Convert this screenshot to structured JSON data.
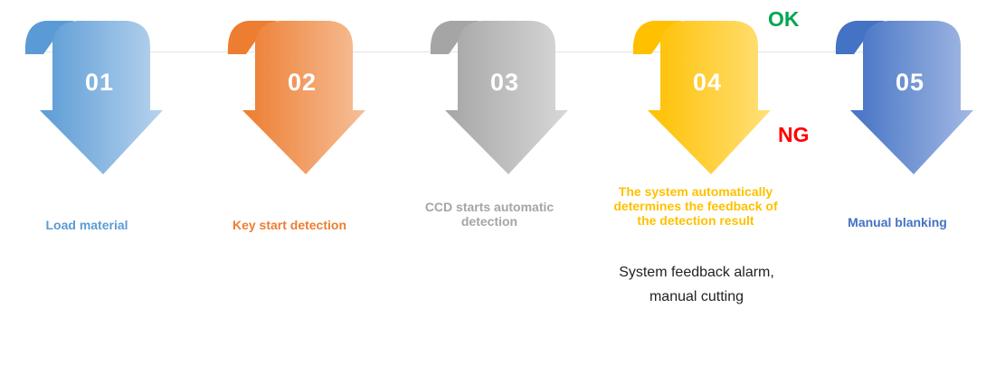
{
  "steps": [
    {
      "number": "01",
      "label": "Load material",
      "color": "#5b9bd5",
      "color_light": "#b7d3ee"
    },
    {
      "number": "02",
      "label": "Key start detection",
      "color": "#ed7d31",
      "color_light": "#f6bf98"
    },
    {
      "number": "03",
      "label": "CCD starts automatic detection",
      "color": "#a5a5a5",
      "color_light": "#d8d8d8"
    },
    {
      "number": "04",
      "label": "The system automatically determines the feedback of the detection result",
      "color": "#ffc000",
      "color_light": "#ffe07a"
    },
    {
      "number": "05",
      "label": "Manual blanking",
      "color": "#4472c4",
      "color_light": "#a3b9e4"
    }
  ],
  "status": {
    "ok": {
      "text": "OK",
      "color": "#00a651"
    },
    "ng": {
      "text": "NG",
      "color": "#ff0000"
    }
  },
  "note": {
    "text": "System feedback alarm, manual cutting"
  }
}
